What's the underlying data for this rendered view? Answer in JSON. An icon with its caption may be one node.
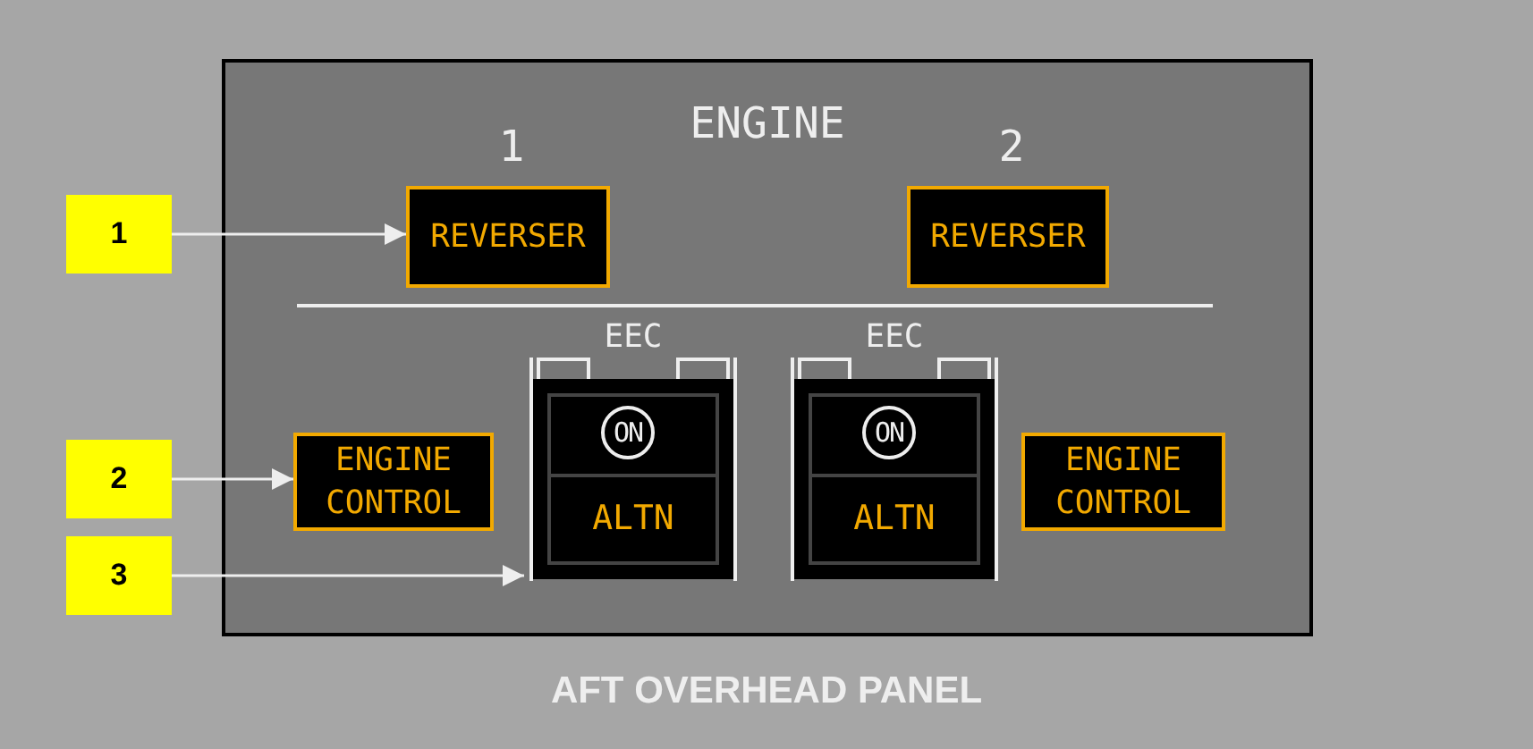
{
  "diagram": {
    "nodes": [
      {
        "text": [
          "ENGINE"
        ]
      },
      {
        "text": [
          "1"
        ]
      },
      {
        "text": [
          "REVERSER"
        ],
        "in": 0,
        "beside": [
          "1"
        ]
      },
      {
        "text": [
          "REVERSER"
        ],
        "in": 0,
        "beside": [
          "2"
        ]
      },
      {
        "text": [
          "2"
        ]
      },
      {
        "text": [
          "ENGINE CONTROL"
        ],
        "in": 0
      },
      {
        "text": [
          "ON",
          "ALTN"
        ],
        "in": 0,
        "beside": [
          "EEC"
        ]
      },
      {
        "text": [
          "ON",
          "ALTN"
        ],
        "in": 0,
        "beside": [
          "EEC"
        ]
      },
      {
        "text": [
          "ENGINE CONTROL"
        ],
        "in": 0
      },
      {
        "text": [
          "3"
        ]
      }
    ],
    "edges": [
      {
        "from": 1,
        "to": 2,
        "arrow": "to"
      },
      {
        "from": 4,
        "to": 5,
        "arrow": "to"
      },
      {
        "from": 9,
        "to": 6,
        "arrow": "to"
      }
    ],
    "labels": [
      "AFT OVERHEAD PANEL"
    ]
  }
}
